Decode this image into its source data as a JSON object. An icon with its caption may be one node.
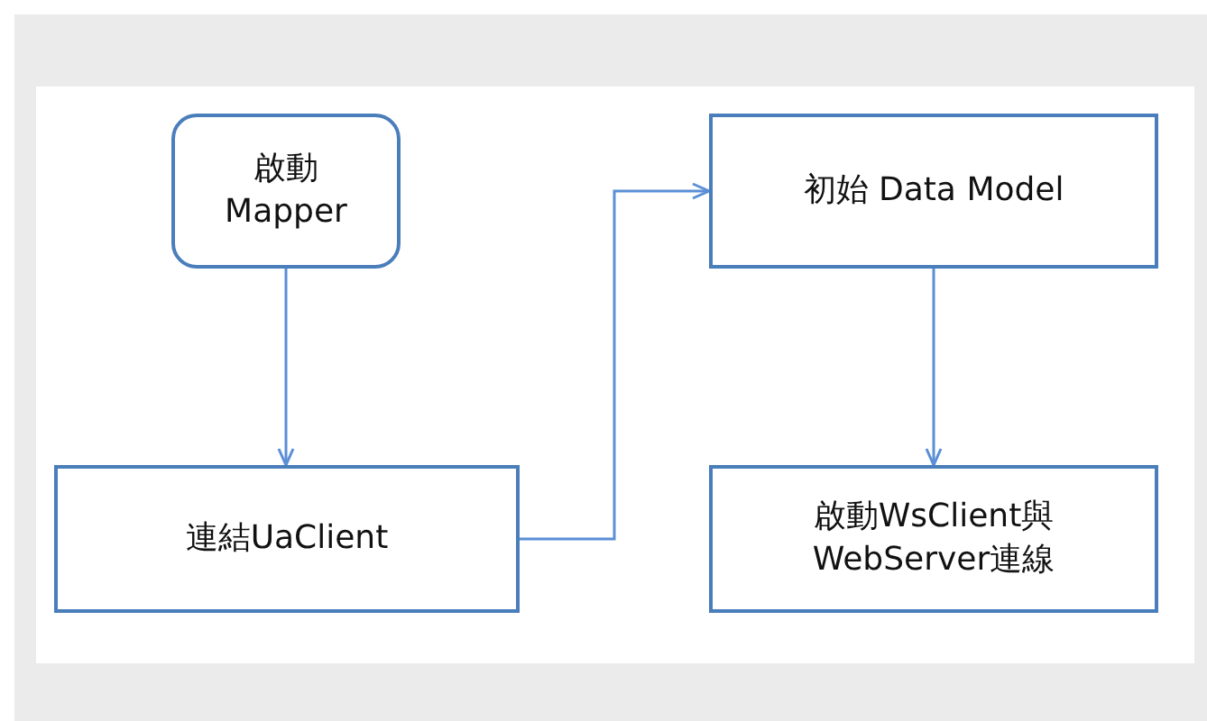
{
  "diagram": {
    "nodes": [
      {
        "text": [
          "啟動 Mapper"
        ]
      },
      {
        "text": [
          "連結UaClient"
        ]
      },
      {
        "text": [
          "初始 Data Model"
        ]
      },
      {
        "text": [
          "啟動WsClient與WebServer連線"
        ]
      }
    ],
    "edges": [
      {
        "from": 0,
        "to": 1,
        "arrow": "to"
      },
      {
        "from": 1,
        "to": 2,
        "arrow": "to"
      },
      {
        "from": 2,
        "to": 3,
        "arrow": "to"
      }
    ]
  }
}
